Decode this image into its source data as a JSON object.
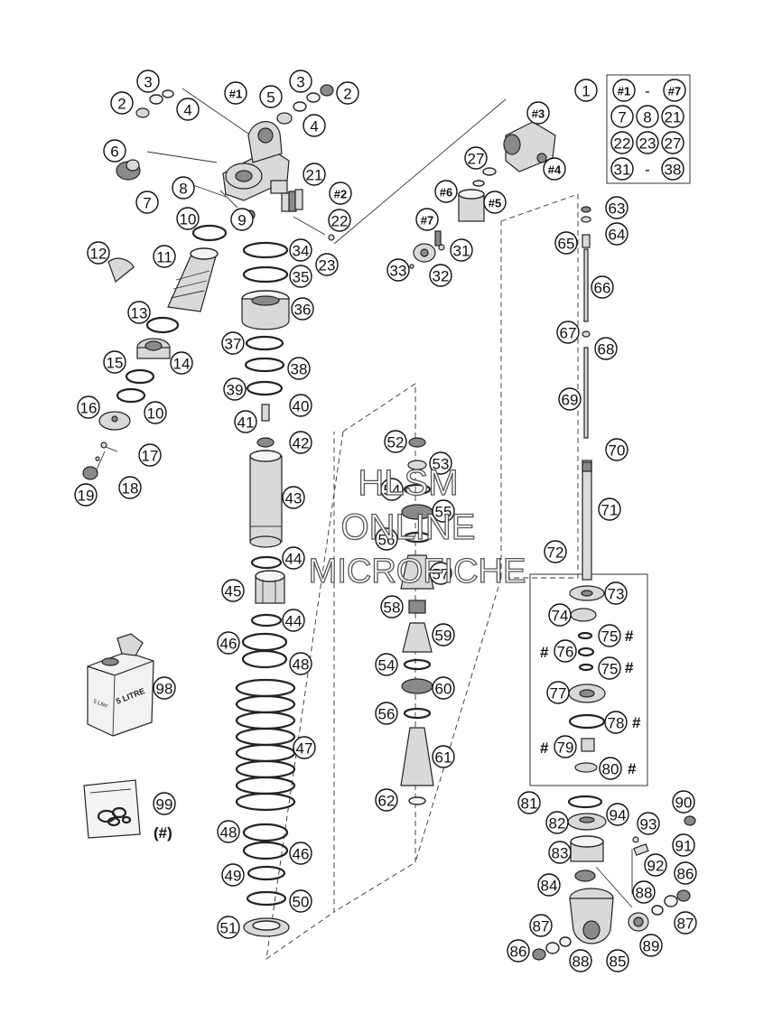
{
  "diagram": {
    "watermark": [
      "HLSM",
      "ONLINE",
      "MICROFICHE"
    ],
    "legend": {
      "row1": [
        "#1",
        "-",
        "#7"
      ],
      "row2": [
        "7",
        "8",
        "21"
      ],
      "row3": [
        "22",
        "23",
        "27"
      ],
      "row4": [
        "31",
        "-",
        "38"
      ],
      "ref": "1"
    },
    "oil_can_text": "5 LITRE",
    "oil_can_side": "5 Liter",
    "kit_note": "(#)",
    "hash_mark": "#",
    "labels": [
      {
        "t": "3"
      },
      {
        "t": "2"
      },
      {
        "t": "4"
      },
      {
        "t": "#1"
      },
      {
        "t": "5"
      },
      {
        "t": "3"
      },
      {
        "t": "2"
      },
      {
        "t": "4"
      },
      {
        "t": "6"
      },
      {
        "t": "7"
      },
      {
        "t": "8"
      },
      {
        "t": "21"
      },
      {
        "t": "#2"
      },
      {
        "t": "10"
      },
      {
        "t": "9"
      },
      {
        "t": "22"
      },
      {
        "t": "23"
      },
      {
        "t": "12"
      },
      {
        "t": "11"
      },
      {
        "t": "34"
      },
      {
        "t": "35"
      },
      {
        "t": "36"
      },
      {
        "t": "13"
      },
      {
        "t": "14"
      },
      {
        "t": "15"
      },
      {
        "t": "37"
      },
      {
        "t": "38"
      },
      {
        "t": "39"
      },
      {
        "t": "40"
      },
      {
        "t": "16"
      },
      {
        "t": "10"
      },
      {
        "t": "41"
      },
      {
        "t": "42"
      },
      {
        "t": "17"
      },
      {
        "t": "19"
      },
      {
        "t": "18"
      },
      {
        "t": "43"
      },
      {
        "t": "44"
      },
      {
        "t": "45"
      },
      {
        "t": "44"
      },
      {
        "t": "46"
      },
      {
        "t": "48"
      },
      {
        "t": "47"
      },
      {
        "t": "48"
      },
      {
        "t": "46"
      },
      {
        "t": "49"
      },
      {
        "t": "50"
      },
      {
        "t": "51"
      },
      {
        "t": "98"
      },
      {
        "t": "99"
      },
      {
        "t": "#3"
      },
      {
        "t": "27"
      },
      {
        "t": "#4"
      },
      {
        "t": "#6"
      },
      {
        "t": "#5"
      },
      {
        "t": "#7"
      },
      {
        "t": "31"
      },
      {
        "t": "33"
      },
      {
        "t": "32"
      },
      {
        "t": "52"
      },
      {
        "t": "53"
      },
      {
        "t": "54"
      },
      {
        "t": "55"
      },
      {
        "t": "56"
      },
      {
        "t": "57"
      },
      {
        "t": "58"
      },
      {
        "t": "59"
      },
      {
        "t": "54"
      },
      {
        "t": "60"
      },
      {
        "t": "56"
      },
      {
        "t": "61"
      },
      {
        "t": "62"
      },
      {
        "t": "63"
      },
      {
        "t": "64"
      },
      {
        "t": "65"
      },
      {
        "t": "66"
      },
      {
        "t": "67"
      },
      {
        "t": "68"
      },
      {
        "t": "69"
      },
      {
        "t": "70"
      },
      {
        "t": "71"
      },
      {
        "t": "72"
      },
      {
        "t": "73"
      },
      {
        "t": "74"
      },
      {
        "t": "75"
      },
      {
        "t": "76"
      },
      {
        "t": "75"
      },
      {
        "t": "77"
      },
      {
        "t": "78"
      },
      {
        "t": "79"
      },
      {
        "t": "80"
      },
      {
        "t": "81"
      },
      {
        "t": "82"
      },
      {
        "t": "94"
      },
      {
        "t": "93"
      },
      {
        "t": "90"
      },
      {
        "t": "83"
      },
      {
        "t": "91"
      },
      {
        "t": "92"
      },
      {
        "t": "86"
      },
      {
        "t": "84"
      },
      {
        "t": "88"
      },
      {
        "t": "87"
      },
      {
        "t": "85"
      },
      {
        "t": "89"
      },
      {
        "t": "86"
      },
      {
        "t": "88"
      },
      {
        "t": "87"
      }
    ]
  }
}
